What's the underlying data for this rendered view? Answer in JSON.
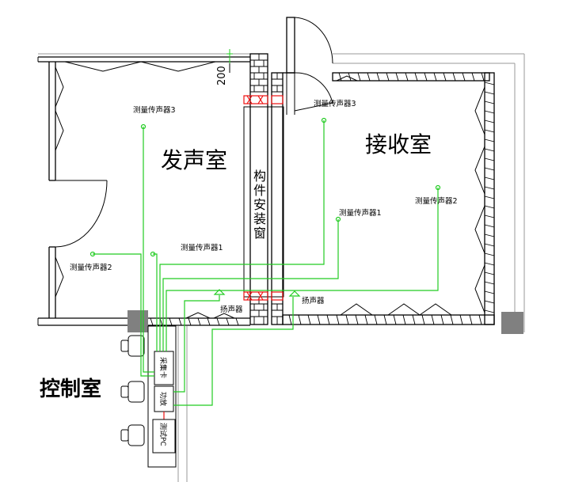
{
  "rooms": {
    "source_room": "发声室",
    "receive_room": "接收室",
    "control_room": "控制室",
    "specimen_window": "构件安装窗"
  },
  "dimension": "200",
  "sensors": {
    "source_3": "测量传声器3",
    "source_1": "测量传声器1",
    "source_2": "测量传声器2",
    "receive_3": "测量传声器3",
    "receive_1": "测量传声器1",
    "receive_2": "测量传声器2"
  },
  "speakers": {
    "source": "扬声器",
    "receive": "扬声器"
  },
  "equipment": {
    "acquisition_card": "采集卡",
    "amplifier": "功放",
    "test_pc": "测试PC"
  },
  "colors": {
    "wire": "#22cc22",
    "marker": "#ee1111",
    "column": "#808080",
    "wall": "#000000"
  }
}
